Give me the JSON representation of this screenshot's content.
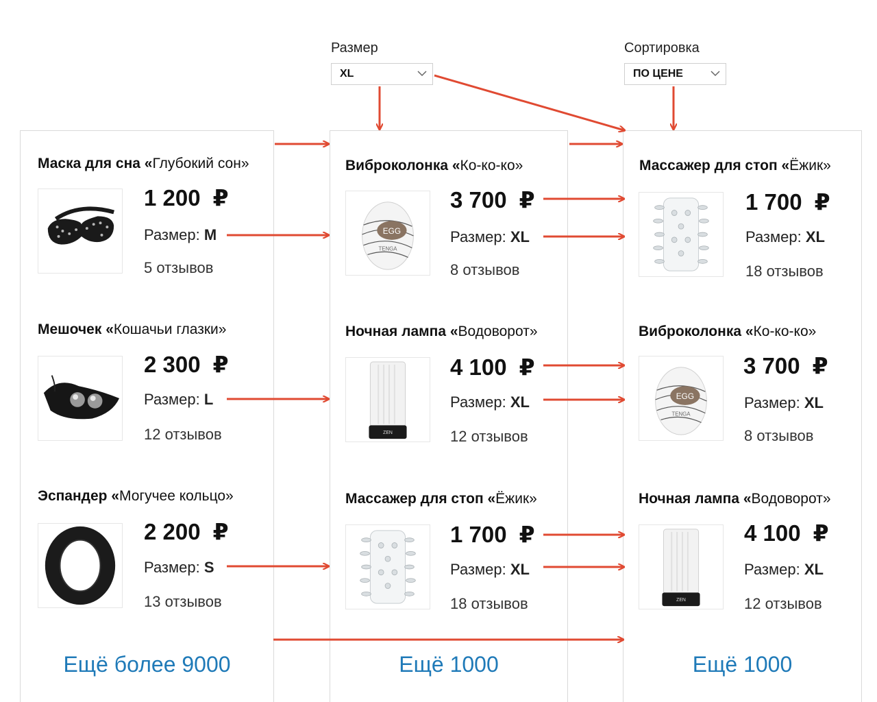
{
  "filters": {
    "size": {
      "label": "Размер",
      "value": "XL"
    },
    "sort": {
      "label": "Сортировка",
      "value": "ПО ЦЕНЕ"
    }
  },
  "currency": "₽",
  "size_prefix": "Размер:",
  "columns": [
    {
      "more": "Ещё более 9000",
      "products": [
        {
          "category": "Маска для сна «",
          "name": "Глубокий сон»",
          "price": "1 200",
          "size": "M",
          "reviews": "5 отзывов",
          "image": "sleep-mask"
        },
        {
          "category": "Мешочек «",
          "name": "Кошачьи глазки»",
          "price": "2 300",
          "size": "L",
          "reviews": "12 отзывов",
          "image": "pouch-balls"
        },
        {
          "category": "Эспандер «",
          "name": "Могучее кольцо»",
          "price": "2 200",
          "size": "S",
          "reviews": "13 отзывов",
          "image": "black-ring"
        }
      ]
    },
    {
      "more": "Ещё 1000",
      "products": [
        {
          "category": "Виброколонка «",
          "name": "Ко-ко-ко»",
          "price": "3 700",
          "size": "XL",
          "reviews": "8 отзывов",
          "image": "egg"
        },
        {
          "category": "Ночная лампа «",
          "name": "Водоворот»",
          "price": "4 100",
          "size": "XL",
          "reviews": "12 отзывов",
          "image": "zen-lamp"
        },
        {
          "category": "Массажер для стоп «",
          "name": "Ёжик»",
          "price": "1 700",
          "size": "XL",
          "reviews": "18 отзывов",
          "image": "spiky-sleeve"
        }
      ]
    },
    {
      "more": "Ещё 1000",
      "products": [
        {
          "category": "Массажер для стоп «",
          "name": "Ёжик»",
          "price": "1 700",
          "size": "XL",
          "reviews": "18 отзывов",
          "image": "spiky-sleeve"
        },
        {
          "category": "Виброколонка «",
          "name": "Ко-ко-ко»",
          "price": "3 700",
          "size": "XL",
          "reviews": "8 отзывов",
          "image": "egg"
        },
        {
          "category": "Ночная лампа «",
          "name": "Водоворот»",
          "price": "4 100",
          "size": "XL",
          "reviews": "12 отзывов",
          "image": "zen-lamp"
        }
      ]
    }
  ],
  "colors": {
    "arrow": "#e04a32",
    "link": "#1f7ab8",
    "border": "#d9d9d9"
  }
}
